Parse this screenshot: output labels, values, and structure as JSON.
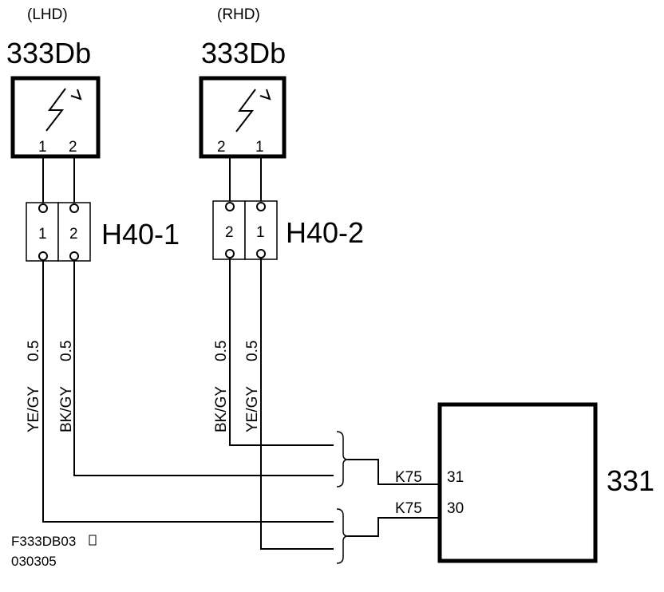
{
  "lhd": {
    "variant": "(LHD)",
    "component": "333Db",
    "component_pins": [
      "1",
      "2"
    ],
    "connector": "H40-1",
    "connector_pins": [
      "1",
      "2"
    ],
    "wires": [
      {
        "color": "YE/GY",
        "size": "0.5"
      },
      {
        "color": "BK/GY",
        "size": "0.5"
      }
    ]
  },
  "rhd": {
    "variant": "(RHD)",
    "component": "333Db",
    "component_pins": [
      "2",
      "1"
    ],
    "connector": "H40-2",
    "connector_pins": [
      "2",
      "1"
    ],
    "wires": [
      {
        "color": "BK/GY",
        "size": "0.5"
      },
      {
        "color": "YE/GY",
        "size": "0.5"
      }
    ]
  },
  "module": {
    "label": "331",
    "pins": [
      {
        "connector": "K75",
        "pin": "31"
      },
      {
        "connector": "K75",
        "pin": "30"
      }
    ]
  },
  "footer": {
    "figure_code": "F333DB03",
    "date_code": "030305"
  }
}
